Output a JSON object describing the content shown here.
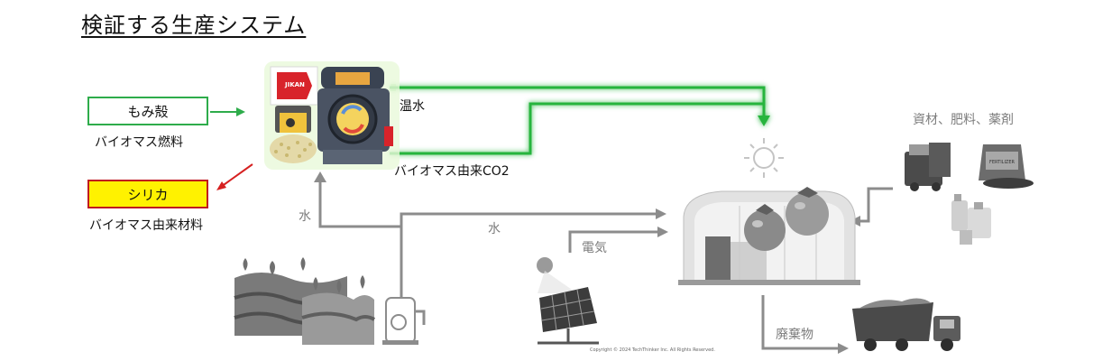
{
  "title": "検証する生産システム",
  "inputs": {
    "husk_label": "もみ殻",
    "husk_caption": "バイオマス燃料",
    "silica_label": "シリカ",
    "silica_caption": "バイオマス由来材料"
  },
  "flows": {
    "hot_water": "温水",
    "co2": "バイオマス由来CO2",
    "water_left": "水",
    "water_mid": "水",
    "electricity": "電気",
    "supplies": "資材、肥料、薬剤",
    "waste": "廃棄物"
  },
  "logo_text": "JIKAN",
  "fertilizer_text": "FERTILIZER",
  "copyright": "Copyright © 2024 TechThinker Inc. All Rights Reserved.",
  "colors": {
    "green_flow": "#28b43c",
    "gray_flow": "#8c8c8c",
    "husk_border": "#2eac4b",
    "silica_fill": "#fff200",
    "silica_border": "#c0181f",
    "arrow_red": "#d62020",
    "logo_red": "#d8232a"
  },
  "icons": [
    "boiler-icon",
    "husk-bag-icon",
    "sun-icon",
    "greenhouse-icon",
    "tomato-icon",
    "trash-bin-icon",
    "fertilizer-bag-icon",
    "chemical-bottle-icon",
    "solar-panel-icon",
    "water-tank-icon",
    "pump-icon",
    "dump-truck-icon"
  ]
}
